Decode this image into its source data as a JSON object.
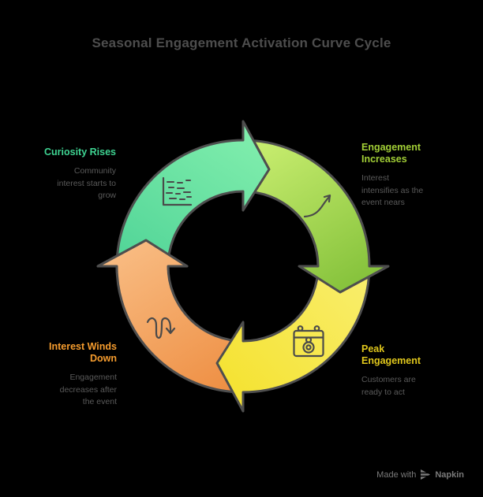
{
  "title": "Seasonal Engagement Activation Curve Cycle",
  "title_color": "#4D4D4D",
  "background_color": "#000000",
  "description_text_color": "#5A5A5A",
  "steps": [
    {
      "id": "curiosity-rises",
      "label": "Curiosity Rises",
      "label_lines": [
        "Curiosity Rises"
      ],
      "description": "Community interest starts to grow",
      "description_lines": [
        "Community",
        "interest starts to",
        "grow"
      ],
      "heading_color": "#3ED492",
      "icon": "scatter-chart-icon"
    },
    {
      "id": "engagement-increases",
      "label": "Engagement Increases",
      "label_lines": [
        "Engagement",
        "Increases"
      ],
      "description": "Interest intensifies as the event nears",
      "description_lines": [
        "Interest",
        "intensifies as the",
        "event nears"
      ],
      "heading_color": "#A2CF36",
      "icon": "growth-curve-icon"
    },
    {
      "id": "peak-engagement",
      "label": "Peak Engagement",
      "label_lines": [
        "Peak",
        "Engagement"
      ],
      "description": "Customers are ready to act",
      "description_lines": [
        "Customers are",
        "ready to act"
      ],
      "heading_color": "#E0C71C",
      "icon": "calendar-reminder-icon"
    },
    {
      "id": "interest-winds-down",
      "label": "Interest Winds Down",
      "label_lines": [
        "Interest Winds",
        "Down"
      ],
      "description": "Engagement decreases after the event",
      "description_lines": [
        "Engagement",
        "decreases after",
        "the event"
      ],
      "heading_color": "#F59C2E",
      "icon": "winding-path-icon"
    }
  ],
  "cycle": {
    "direction": "clockwise",
    "outline_color": "#4E4E4E",
    "icon_color": "#4A4A4A",
    "segments": [
      {
        "step": "curiosity-rises",
        "gradient_from": "#45CE92",
        "gradient_to": "#7FEDAC"
      },
      {
        "step": "engagement-increases",
        "gradient_from": "#C8ED6F",
        "gradient_to": "#85C23B"
      },
      {
        "step": "peak-engagement",
        "gradient_from": "#F9EE6E",
        "gradient_to": "#F5E335"
      },
      {
        "step": "interest-winds-down",
        "gradient_from": "#F8BA80",
        "gradient_to": "#EE8E42"
      }
    ]
  },
  "footer": {
    "made_with": "Made with",
    "brand": "Napkin",
    "logo": "napkin-play-icon",
    "color": "#7A7A7A"
  }
}
